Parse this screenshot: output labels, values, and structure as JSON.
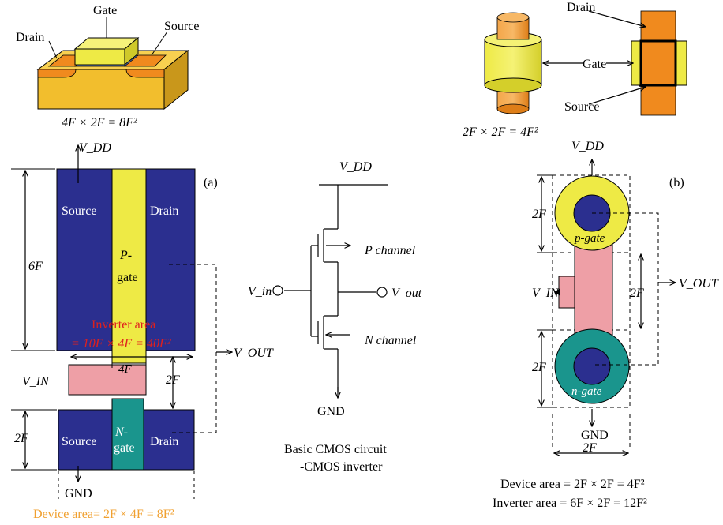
{
  "top_left": {
    "label_gate": "Gate",
    "label_drain": "Drain",
    "label_source": "Source",
    "area_formula": "4F × 2F = 8F²"
  },
  "top_right": {
    "label_drain": "Drain",
    "label_gate": "Gate",
    "label_source": "Source",
    "area_formula": "2F × 2F = 4F²"
  },
  "panel_a": {
    "tag": "(a)",
    "vdd": "V_DD",
    "vout": "V_OUT",
    "vin": "V_IN",
    "gnd": "GND",
    "source_top": "Source",
    "drain_top": "Drain",
    "source_bottom": "Source",
    "drain_bottom": "Drain",
    "p_gate_line1": "P-",
    "p_gate_line2": "gate",
    "n_gate_line1": "N-",
    "n_gate_line2": "gate",
    "inverter_area_line1": "Inverter area",
    "inverter_area_line2": "= 10F × 4F = 40F²",
    "dim_6f": "6F",
    "dim_4f": "4F",
    "dim_2f_right": "2F",
    "dim_2f_left": "2F",
    "device_area": "Device area= 2F × 4F = 8F²",
    "colors": {
      "navy": "#2b2f8f",
      "yellow": "#eeea45",
      "pink": "#ee9fa6",
      "teal": "#1a958d",
      "red": "#e0201e",
      "orange": "#f0a030"
    }
  },
  "circuit": {
    "vdd": "V_DD",
    "p_channel": "P channel",
    "n_channel": "N channel",
    "vin": "V_in",
    "vout": "V_out",
    "gnd": "GND",
    "caption_line1": "Basic CMOS circuit",
    "caption_line2": "-CMOS inverter"
  },
  "panel_b": {
    "tag": "(b)",
    "vdd": "V_DD",
    "vout": "V_OUT",
    "vin": "V_IN",
    "gnd": "GND",
    "p_gate": "p-gate",
    "n_gate": "n-gate",
    "dim_2f_top": "2F",
    "dim_2f_mid": "2F",
    "dim_2f_low": "2F",
    "dim_2f_bottom": "2F",
    "device_area": "Device area = 2F × 2F = 4F²",
    "inverter_area": "Inverter area = 6F × 2F = 12F²"
  }
}
